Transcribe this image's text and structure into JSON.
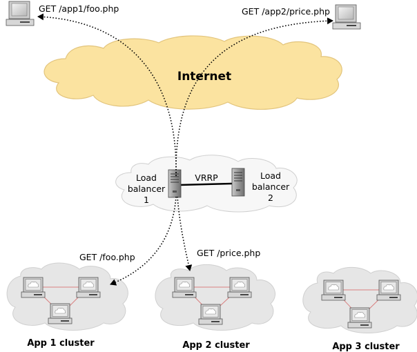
{
  "internet": {
    "label": "Internet"
  },
  "clients": [
    {
      "request": "GET /app1/foo.php"
    },
    {
      "request": "GET /app2/price.php"
    }
  ],
  "load_balancers": [
    {
      "label_lines": [
        "Load",
        "balancer",
        "1"
      ]
    },
    {
      "label_lines": [
        "Load",
        "balancer",
        "2"
      ]
    }
  ],
  "vrrp_label": "VRRP",
  "forwarded_requests": [
    {
      "label": "GET /foo.php"
    },
    {
      "label": "GET /price.php"
    }
  ],
  "clusters": [
    {
      "label": "App 1 cluster"
    },
    {
      "label": "App 2 cluster"
    },
    {
      "label": "App 3 cluster"
    }
  ],
  "colors": {
    "internet_cloud": "#fbe3a0",
    "internet_cloud_stroke": "#e2c47c",
    "lb_cloud": "#f7f7f7",
    "cluster_cloud": "#e6e6e6",
    "cloud_stroke": "#cfcfcf",
    "lan_line": "#d98080"
  }
}
